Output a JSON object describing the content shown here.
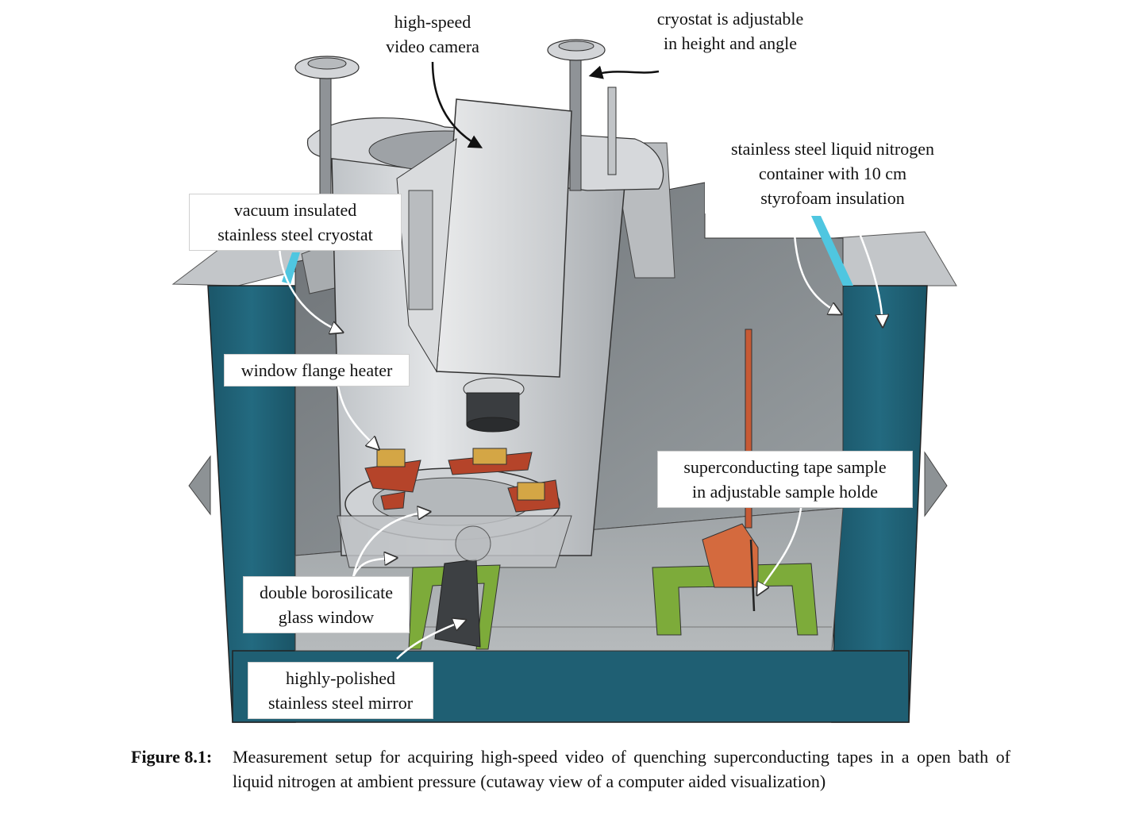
{
  "labels": {
    "camera": [
      "high-speed",
      "video camera"
    ],
    "cryostat_adjust": [
      "cryostat is adjustable",
      "in height and angle"
    ],
    "container": [
      "stainless steel liquid nitrogen",
      "container with 10 cm",
      "styrofoam insulation"
    ],
    "cryostat": [
      "vacuum insulated",
      "stainless steel cryostat"
    ],
    "heater": [
      "window flange heater"
    ],
    "sample": [
      "superconducting tape sample",
      "in adjustable sample holde"
    ],
    "window": [
      "double borosilicate",
      "glass window"
    ],
    "mirror": [
      "highly-polished",
      "stainless steel mirror"
    ]
  },
  "caption": {
    "label": "Figure 8.1:",
    "text": "Measurement setup for acquiring high-speed video of quenching superconducting tapes in a open bath of liquid nitrogen at ambient pressure (cutaway view of a computer aided visualization)"
  },
  "colors": {
    "container_wall": "#1f5f73",
    "container_inner": "#8a8f92",
    "steel": "#c9ccd0",
    "flange_red": "#b5442a",
    "holder_green": "#7dab3a",
    "sample_rod": "#c75a35",
    "camera_lens": "#3a3d40"
  }
}
